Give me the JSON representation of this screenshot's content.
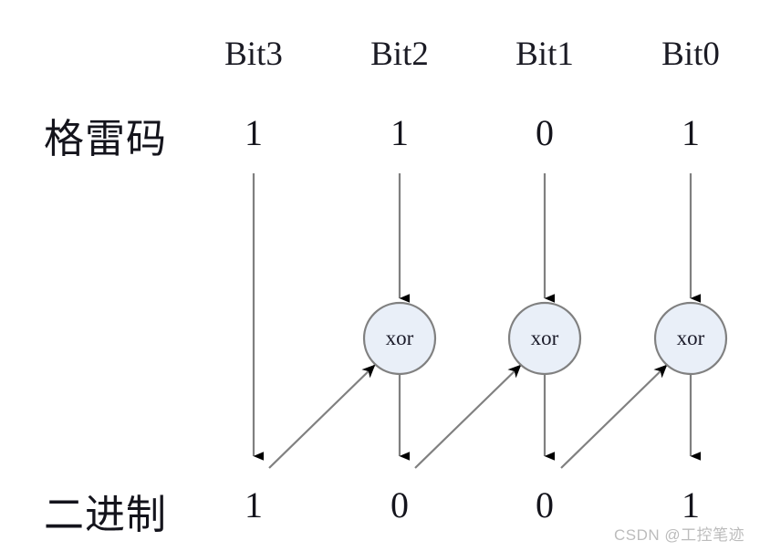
{
  "diagram": {
    "title_alt": "Gray code to binary conversion diagram",
    "columns": [
      {
        "header": "Bit3",
        "gray": "1",
        "binary": "1",
        "has_gate": false
      },
      {
        "header": "Bit2",
        "gray": "1",
        "binary": "0",
        "has_gate": true
      },
      {
        "header": "Bit1",
        "gray": "0",
        "binary": "0",
        "has_gate": true
      },
      {
        "header": "Bit0",
        "gray": "1",
        "binary": "1",
        "has_gate": true
      }
    ],
    "rows": {
      "gray_label": "格雷码",
      "binary_label": "二进制"
    },
    "gate_label": "xor",
    "colors": {
      "line": "#808080",
      "arrow_fill": "#000000",
      "gate_fill": "#e9eff8",
      "gate_stroke": "#808080",
      "text": "#14141c",
      "watermark": "#bcbcbc",
      "background": "#ffffff"
    }
  },
  "watermark": {
    "text": "CSDN @工控笔迹"
  }
}
